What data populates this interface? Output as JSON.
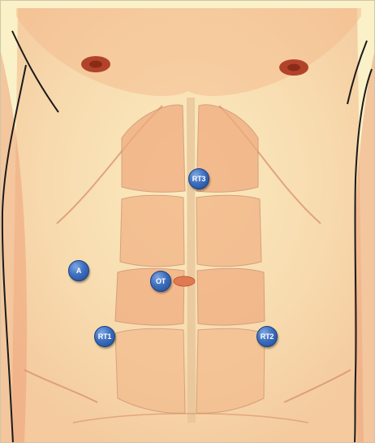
{
  "diagram": {
    "ports": [
      {
        "id": "rt3",
        "label": "RT3"
      },
      {
        "id": "a",
        "label": "A"
      },
      {
        "id": "ot",
        "label": "OT"
      },
      {
        "id": "rt1",
        "label": "RT1"
      },
      {
        "id": "rt2",
        "label": "RT2"
      }
    ],
    "colors": {
      "skin_light": "#fbf1c8",
      "skin_wash": "#f2b98a",
      "skin_deep": "#e9946a",
      "nipple": "#a93a1f",
      "port_blue": "#3d6fc0"
    }
  }
}
